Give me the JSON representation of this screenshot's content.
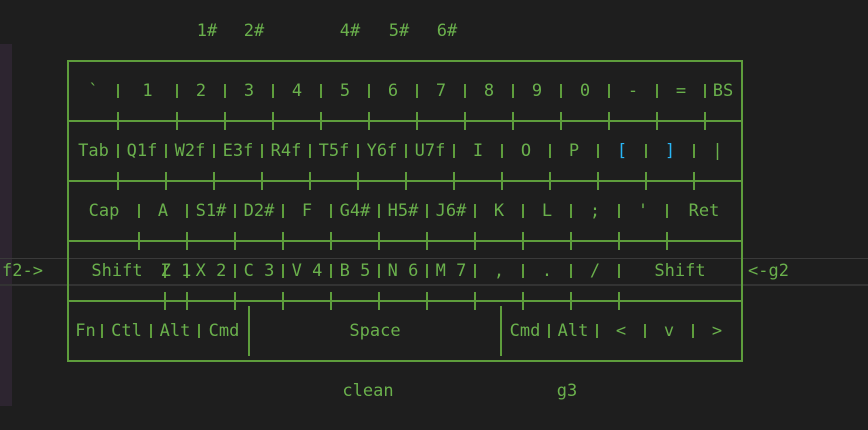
{
  "top_labels": [
    "1#",
    "2#",
    "4#",
    "5#",
    "6#"
  ],
  "bottom_labels": [
    "clean",
    "g3"
  ],
  "side_labels": {
    "left": "f2->",
    "right": "<-g2"
  },
  "colors": {
    "background": "#1e1e1e",
    "key_text": "#6ab04c",
    "border": "#5e9d3c",
    "accent": "#29b6f6"
  },
  "keyboard": {
    "rows": [
      {
        "keys": [
          "`",
          "1",
          "2",
          "3",
          "4",
          "5",
          "6",
          "7",
          "8",
          "9",
          "0",
          "-",
          "=",
          "BS"
        ]
      },
      {
        "keys": [
          "Tab",
          "Q1f",
          "W2f",
          "E3f",
          "R4f",
          "T5f",
          "Y6f",
          "U7f",
          "I",
          "O",
          "P",
          "[",
          "]",
          "|"
        ]
      },
      {
        "keys": [
          "Cap",
          "A",
          "S1#",
          "D2#",
          "F",
          "G4#",
          "H5#",
          "J6#",
          "K",
          "L",
          ";",
          "'",
          "Ret"
        ]
      },
      {
        "keys": [
          "Shift",
          "Z 1",
          "X 2",
          "C 3",
          "V 4",
          "B 5",
          "N 6",
          "M 7",
          ",",
          ".",
          "/",
          "Shift"
        ]
      },
      {
        "keys": [
          "Fn",
          "Ctl",
          "Alt",
          "Cmd",
          "Space",
          "Cmd",
          "Alt",
          "<",
          "v",
          ">"
        ]
      }
    ]
  }
}
